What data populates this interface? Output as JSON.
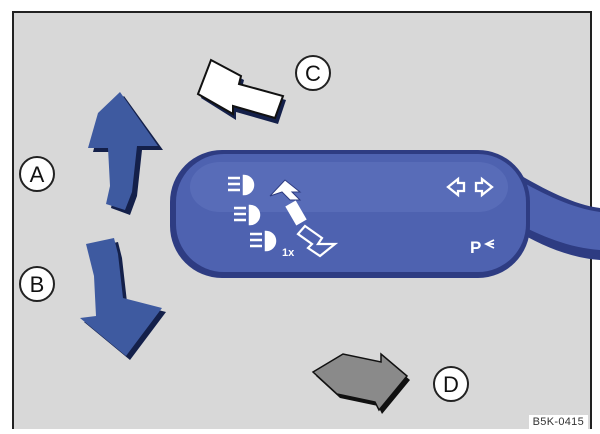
{
  "labels": {
    "a": "A",
    "b": "B",
    "c": "C",
    "d": "D"
  },
  "lever": {
    "high_beam_mark": "1x",
    "parking_mark": "P"
  },
  "figure_code": "B5K-0415",
  "colors": {
    "background": "#d8d8d8",
    "frame_border": "#222222",
    "lever_blue": "#4e62b0",
    "lever_dark": "#2e3c82",
    "arrow_blue": "#3e5aa0",
    "arrow_dark": "#14204a",
    "arrow_white": "#ffffff",
    "arrow_gray": "#8a8a8a"
  },
  "icons": [
    "up-arrow-icon",
    "down-arrow-icon",
    "push-arrow-icon",
    "pull-arrow-icon",
    "headlight-icon",
    "turn-signal-icon",
    "parking-light-icon"
  ]
}
